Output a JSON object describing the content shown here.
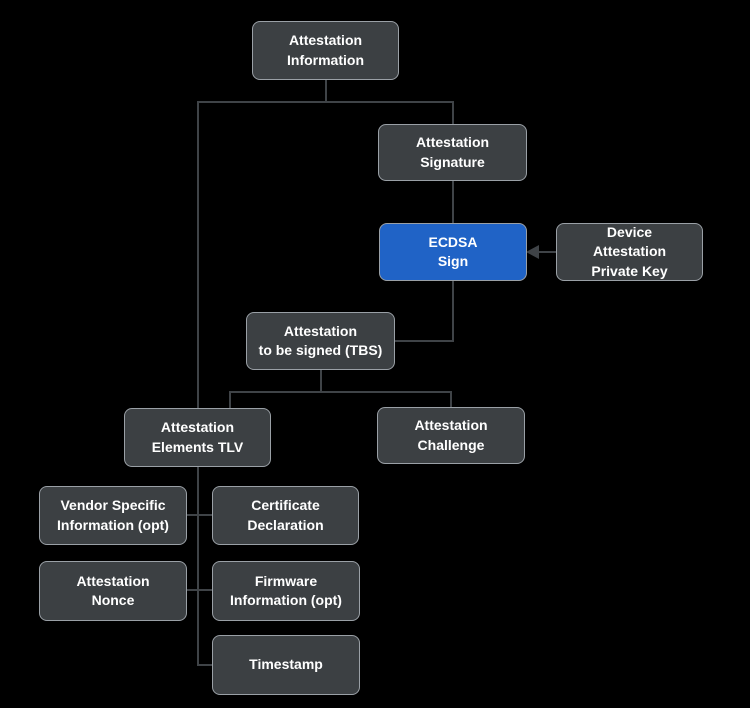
{
  "diagram": {
    "colors": {
      "background": "#000000",
      "node_fill": "#3C4043",
      "node_border": "#9AA0A6",
      "accent_fill": "#2063C6",
      "connector": "#3F4347",
      "text": "#FFFFFF"
    },
    "nodes": {
      "attestation_information": {
        "label": "Attestation\nInformation"
      },
      "attestation_signature": {
        "label": "Attestation\nSignature"
      },
      "ecdsa_sign": {
        "label": "ECDSA\nSign",
        "accent": true
      },
      "device_attestation_private_key": {
        "label": "Device\nAttestation\nPrivate Key"
      },
      "attestation_tbs": {
        "label": "Attestation\nto be signed (TBS)"
      },
      "attestation_elements_tlv": {
        "label": "Attestation\nElements TLV"
      },
      "attestation_challenge": {
        "label": "Attestation\nChallenge"
      },
      "vendor_specific_information": {
        "label": "Vendor Specific\nInformation (opt)"
      },
      "certificate_declaration": {
        "label": "Certificate\nDeclaration"
      },
      "attestation_nonce": {
        "label": "Attestation\nNonce"
      },
      "firmware_information": {
        "label": "Firmware\nInformation (opt)"
      },
      "timestamp": {
        "label": "Timestamp"
      }
    },
    "edges": [
      {
        "from": "attestation_information",
        "to": "attestation_signature",
        "style": "elbow"
      },
      {
        "from": "attestation_information",
        "to": "attestation_elements_tlv",
        "style": "elbow"
      },
      {
        "from": "attestation_signature",
        "to": "ecdsa_sign",
        "style": "straight"
      },
      {
        "from": "device_attestation_private_key",
        "to": "ecdsa_sign",
        "style": "arrow"
      },
      {
        "from": "ecdsa_sign",
        "to": "attestation_tbs",
        "style": "elbow"
      },
      {
        "from": "attestation_tbs",
        "to": "attestation_elements_tlv",
        "style": "elbow"
      },
      {
        "from": "attestation_tbs",
        "to": "attestation_challenge",
        "style": "elbow"
      },
      {
        "from": "attestation_elements_tlv",
        "to": "vendor_specific_information",
        "style": "spine-stub"
      },
      {
        "from": "attestation_elements_tlv",
        "to": "certificate_declaration",
        "style": "spine-stub"
      },
      {
        "from": "attestation_elements_tlv",
        "to": "attestation_nonce",
        "style": "spine-stub"
      },
      {
        "from": "attestation_elements_tlv",
        "to": "firmware_information",
        "style": "spine-stub"
      },
      {
        "from": "attestation_elements_tlv",
        "to": "timestamp",
        "style": "spine-stub"
      }
    ]
  }
}
